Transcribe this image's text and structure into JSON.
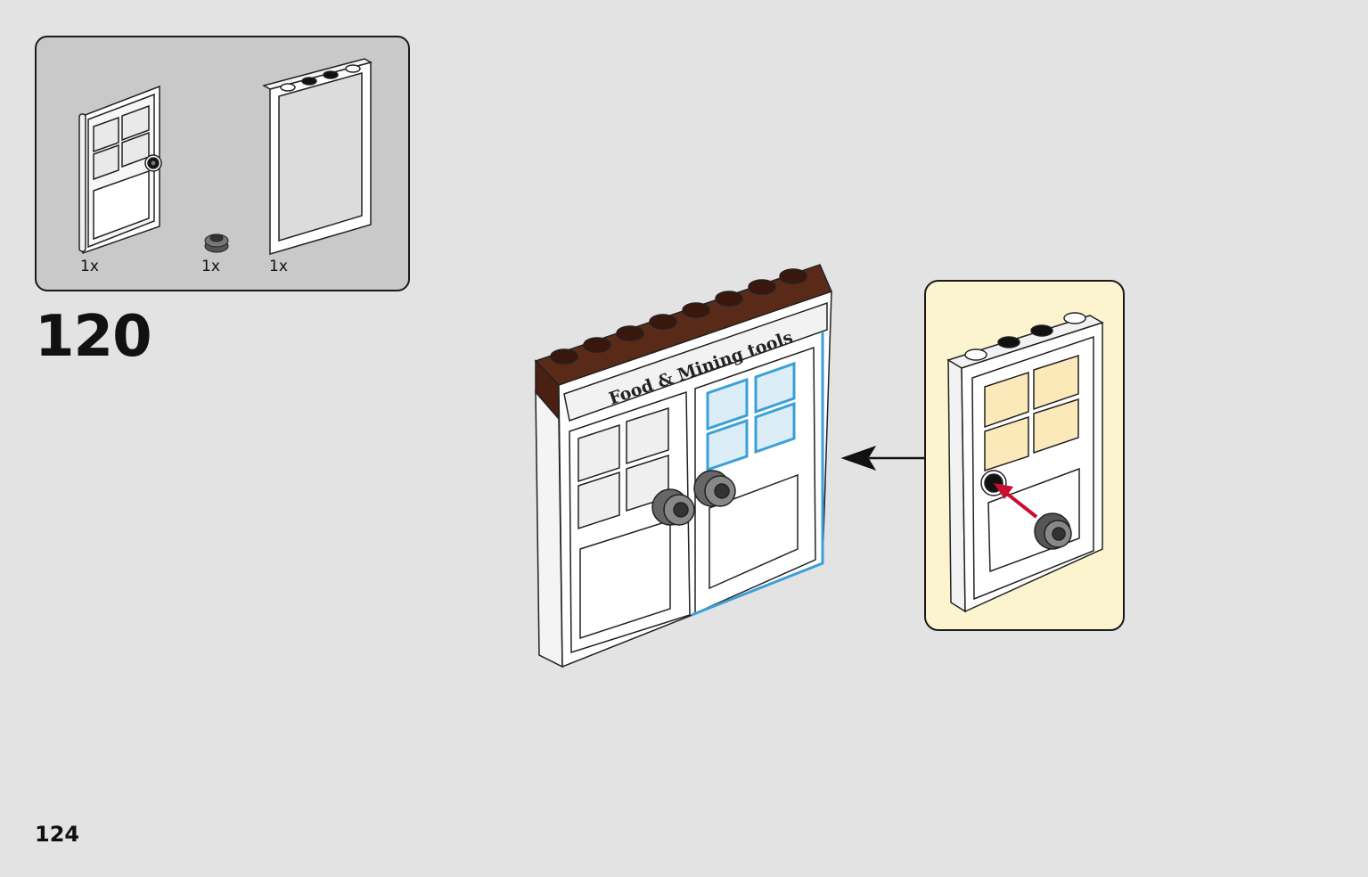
{
  "parts": [
    {
      "name": "door",
      "qty": "1x"
    },
    {
      "name": "round-plate",
      "qty": "1x"
    },
    {
      "name": "door-frame",
      "qty": "1x"
    }
  ],
  "step_number": "120",
  "page_number": "124",
  "sign_text": "Food & Mining tools",
  "colors": {
    "background": "#e3e3e3",
    "parts_box": "#c9c9c9",
    "callout": "#fcf3cf",
    "brick_brown": "#5a2a18",
    "highlight_blue": "#3aa0d8",
    "arrow_red": "#c8102e"
  }
}
